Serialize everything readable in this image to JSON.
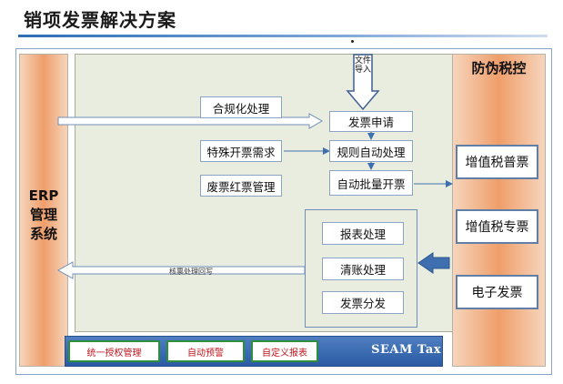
{
  "title": "销项发票解决方案",
  "erp_label": "ERP\n管理\n系统",
  "anti_title": "防伪税控",
  "file_import": "文件导入",
  "inputs": [
    {
      "id": "compliance",
      "label": "合规化处理"
    },
    {
      "id": "special",
      "label": "特殊开票需求"
    },
    {
      "id": "void",
      "label": "废票红票管理"
    }
  ],
  "pipeline": [
    {
      "id": "apply",
      "label": "发票申请"
    },
    {
      "id": "rule",
      "label": "规则自动处理"
    },
    {
      "id": "batch",
      "label": "自动批量开票"
    }
  ],
  "sub_tasks": [
    {
      "id": "report",
      "label": "报表处理"
    },
    {
      "id": "clear",
      "label": "清账处理"
    },
    {
      "id": "distribute",
      "label": "发票分发"
    }
  ],
  "back_label": "核票处理回写",
  "side_boxes": [
    {
      "id": "vat-normal",
      "label": "增值税普票"
    },
    {
      "id": "vat-special",
      "label": "增值税专票"
    },
    {
      "id": "e-invoice",
      "label": "电子发票"
    }
  ],
  "bottom_bar": {
    "buttons": [
      {
        "id": "auth",
        "label": "统一授权管理"
      },
      {
        "id": "alert",
        "label": "自动预警"
      },
      {
        "id": "custom",
        "label": "自定义报表"
      }
    ],
    "brand": "SEAM Tax"
  },
  "colors": {
    "panel_orange": "#ef9e6a",
    "panel_green": "#e8eddf",
    "bar_blue": "#2a5aa3",
    "button_border": "#2e8f3a",
    "button_text": "#c0141b",
    "arrow_blue": "#3f6fae"
  }
}
